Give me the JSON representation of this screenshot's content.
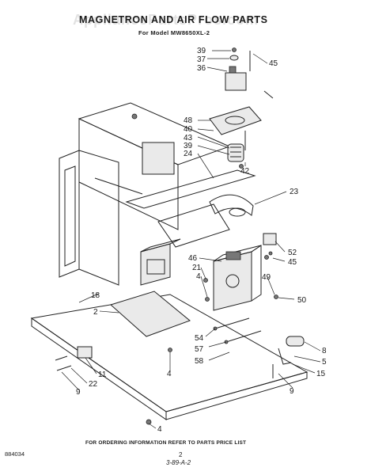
{
  "header": {
    "title": "MAGNETRON AND AIR FLOW PARTS",
    "model": "For Model MW8650XL-2",
    "watermark": "AppliancePartsPros.com"
  },
  "footer": {
    "note": "FOR ORDERING INFORMATION REFER TO PARTS PRICE LIST",
    "doc_number": "884034",
    "page": "2",
    "revision": "3-89-A-2"
  },
  "callouts": [
    "39",
    "37",
    "36",
    "45",
    "48",
    "40",
    "43",
    "39",
    "24",
    "42",
    "23",
    "52",
    "45",
    "46",
    "21",
    "4",
    "49",
    "50",
    "18",
    "2",
    "54",
    "57",
    "58",
    "4",
    "8",
    "5",
    "15",
    "9",
    "11",
    "22",
    "9",
    "4"
  ]
}
